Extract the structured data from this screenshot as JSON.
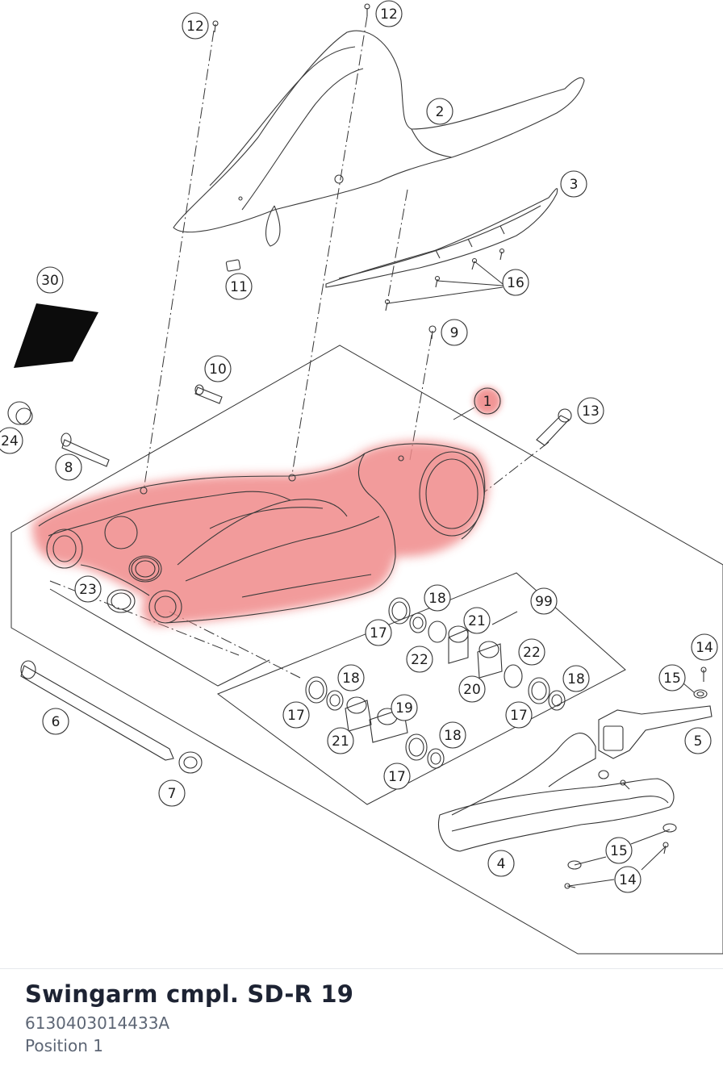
{
  "part": {
    "title": "Swingarm cmpl. SD-R 19",
    "number": "6130403014433A",
    "position": "Position 1"
  },
  "colors": {
    "highlight": "#f08a8a",
    "line": "#333333",
    "text": "#1d2333",
    "muted": "#5d6675"
  },
  "callouts": [
    {
      "id": "c12a",
      "label": "12"
    },
    {
      "id": "c12b",
      "label": "12"
    },
    {
      "id": "c2",
      "label": "2"
    },
    {
      "id": "c3",
      "label": "3"
    },
    {
      "id": "c16",
      "label": "16"
    },
    {
      "id": "c30",
      "label": "30"
    },
    {
      "id": "c11",
      "label": "11"
    },
    {
      "id": "c9",
      "label": "9"
    },
    {
      "id": "c10",
      "label": "10"
    },
    {
      "id": "c1",
      "label": "1"
    },
    {
      "id": "c13",
      "label": "13"
    },
    {
      "id": "c24",
      "label": "24"
    },
    {
      "id": "c8",
      "label": "8"
    },
    {
      "id": "c23",
      "label": "23"
    },
    {
      "id": "c18a",
      "label": "18"
    },
    {
      "id": "c99",
      "label": "99"
    },
    {
      "id": "c17a",
      "label": "17"
    },
    {
      "id": "c21a",
      "label": "21"
    },
    {
      "id": "c22a",
      "label": "22"
    },
    {
      "id": "c22b",
      "label": "22"
    },
    {
      "id": "c14a",
      "label": "14"
    },
    {
      "id": "c15a",
      "label": "15"
    },
    {
      "id": "c18b",
      "label": "18"
    },
    {
      "id": "c20",
      "label": "20"
    },
    {
      "id": "c18c",
      "label": "18"
    },
    {
      "id": "c17b",
      "label": "17"
    },
    {
      "id": "c17c",
      "label": "17"
    },
    {
      "id": "c6",
      "label": "6"
    },
    {
      "id": "c19",
      "label": "19"
    },
    {
      "id": "c5",
      "label": "5"
    },
    {
      "id": "c21b",
      "label": "21"
    },
    {
      "id": "c18d",
      "label": "18"
    },
    {
      "id": "c7",
      "label": "7"
    },
    {
      "id": "c17d",
      "label": "17"
    },
    {
      "id": "c15b",
      "label": "15"
    },
    {
      "id": "c4",
      "label": "4"
    },
    {
      "id": "c14b",
      "label": "14"
    }
  ]
}
